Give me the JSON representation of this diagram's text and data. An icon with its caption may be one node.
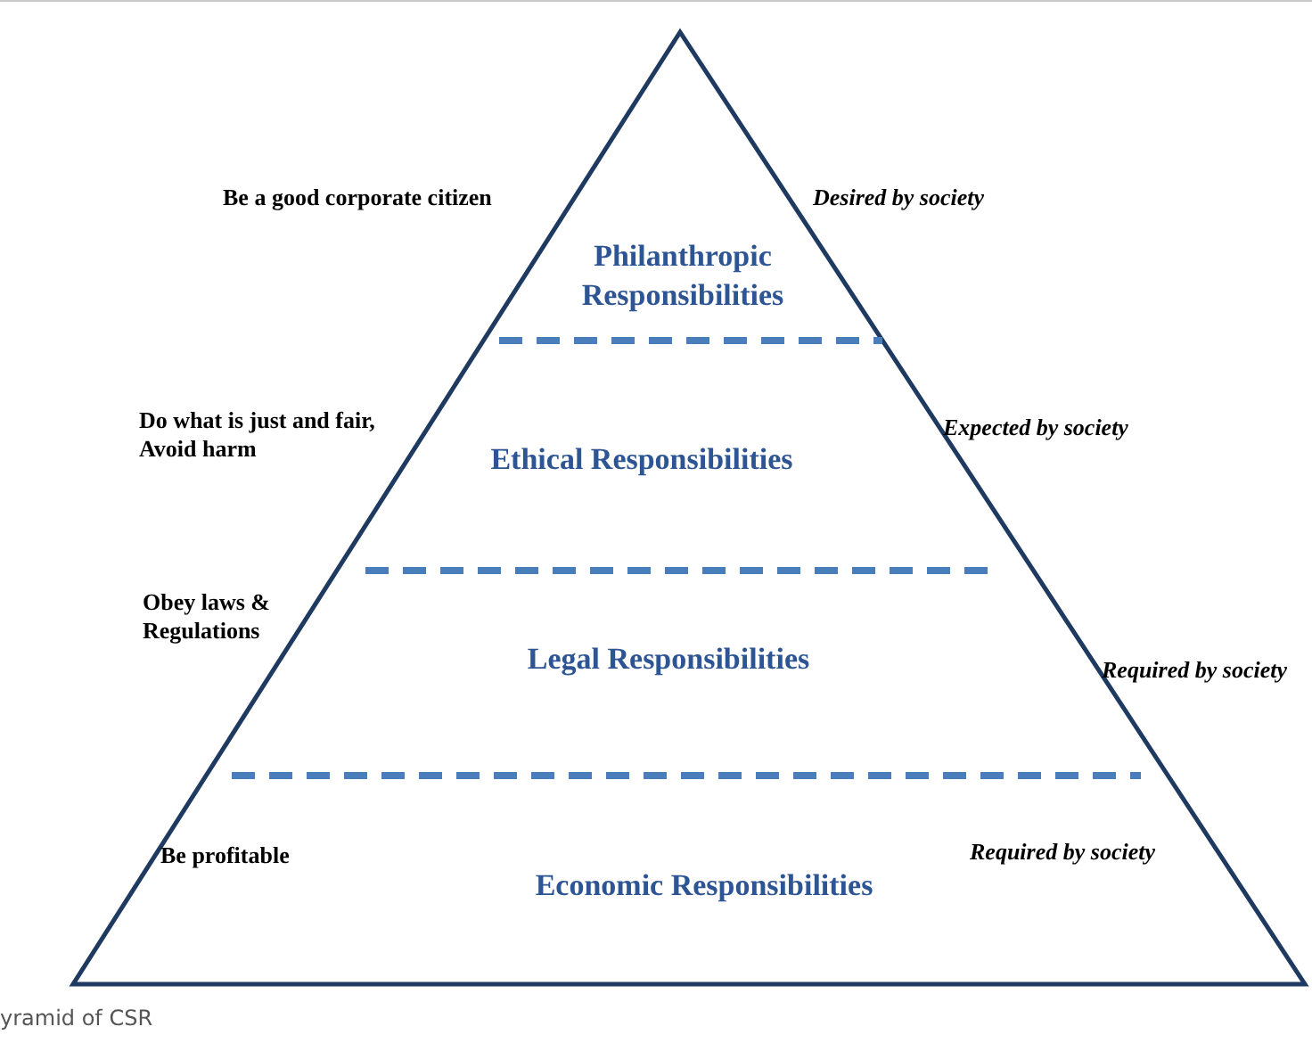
{
  "diagram": {
    "caption": "yramid of CSR",
    "nodes": [
      {
        "text": [],
        "shape": "triangle"
      },
      {
        "text": [
          "Philanthropic Responsibilities"
        ],
        "in": 0
      },
      {
        "text": [
          "Ethical Responsibilities"
        ],
        "in": 0
      },
      {
        "text": [
          "Legal Responsibilities"
        ],
        "in": 0
      },
      {
        "text": [
          "Economic Responsibilities"
        ],
        "in": 0
      }
    ],
    "labels": [
      "Be a good corporate citizen",
      "Desired by society",
      "Do what is just and fair, Avoid harm",
      "Expected by society",
      "Obey laws & Regulations",
      "Required by society",
      "Be profitable",
      "Required by society"
    ]
  }
}
